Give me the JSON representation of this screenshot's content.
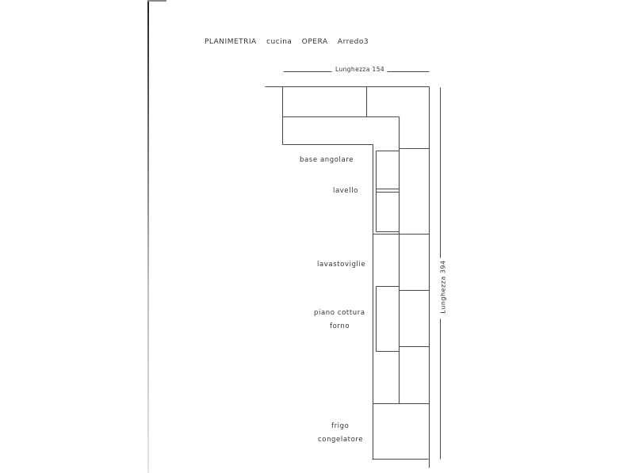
{
  "title": {
    "words": [
      "PLANIMETRIA",
      "cucina",
      "OPERA",
      "Arredo3"
    ]
  },
  "dimensions": {
    "horizontal": "Lunghezza 154",
    "vertical": "Lunghezza 394"
  },
  "labels": {
    "base_angolare": "base angolare",
    "lavello": "lavello",
    "lavastoviglie": "lavastoviglie",
    "piano_cottura": "piano cottura",
    "forno": "forno",
    "frigo": "frigo",
    "congelatore": "congelatore"
  },
  "colors": {
    "line": "#4a4a4a",
    "text": "#333333",
    "background": "#ffffff"
  },
  "plan_lines": [
    [
      334,
      109,
      541,
      109
    ],
    [
      356,
      109,
      356,
      182
    ],
    [
      462,
      109,
      462,
      147
    ],
    [
      541,
      109,
      541,
      590
    ],
    [
      356,
      147,
      503,
      147
    ],
    [
      503,
      147,
      503,
      509
    ],
    [
      356,
      182,
      470,
      182
    ],
    [
      470,
      182,
      470,
      579
    ],
    [
      503,
      187,
      541,
      187
    ],
    [
      474,
      190,
      503,
      190
    ],
    [
      474,
      190,
      474,
      292
    ],
    [
      474,
      238,
      503,
      238
    ],
    [
      474,
      242,
      503,
      242
    ],
    [
      474,
      292,
      503,
      292
    ],
    [
      470,
      295,
      541,
      295
    ],
    [
      474,
      361,
      503,
      361
    ],
    [
      474,
      361,
      474,
      443
    ],
    [
      474,
      443,
      503,
      443
    ],
    [
      503,
      366,
      541,
      366
    ],
    [
      503,
      437,
      541,
      437
    ],
    [
      470,
      509,
      541,
      509
    ],
    [
      469,
      579,
      540,
      579
    ]
  ],
  "dimension_lines": [
    [
      357,
      90,
      418,
      90
    ],
    [
      488,
      90,
      541,
      90
    ],
    [
      555,
      110,
      555,
      325
    ],
    [
      555,
      402,
      555,
      579
    ]
  ]
}
